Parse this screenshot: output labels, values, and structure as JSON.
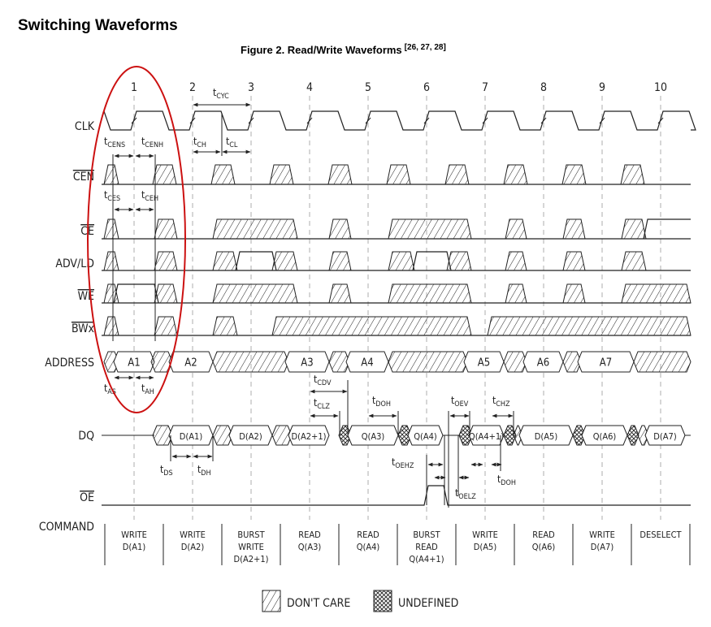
{
  "page_title": "Switching Waveforms",
  "figure": {
    "caption": "Figure 2.  Read/Write Waveforms",
    "refs": "[26, 27, 28]"
  },
  "cycles": [
    "1",
    "2",
    "3",
    "4",
    "5",
    "6",
    "7",
    "8",
    "9",
    "10"
  ],
  "signals": {
    "clk": "CLK",
    "cen": "CEN",
    "ce": "CE",
    "adv": "ADV/LD",
    "we": "WE",
    "bw": "BWx",
    "address": "ADDRESS",
    "dq": "DQ",
    "oe": "OE",
    "command": "COMMAND"
  },
  "timing": {
    "cyc": {
      "t": "t",
      "sub": "CYC"
    },
    "cens": {
      "t": "t",
      "sub": "CENS"
    },
    "cenh": {
      "t": "t",
      "sub": "CENH"
    },
    "ch": {
      "t": "t",
      "sub": "CH"
    },
    "cl": {
      "t": "t",
      "sub": "CL"
    },
    "ces": {
      "t": "t",
      "sub": "CES"
    },
    "ceh": {
      "t": "t",
      "sub": "CEH"
    },
    "as": {
      "t": "t",
      "sub": "AS"
    },
    "ah": {
      "t": "t",
      "sub": "AH"
    },
    "cdv": {
      "t": "t",
      "sub": "CDV"
    },
    "clz": {
      "t": "t",
      "sub": "CLZ"
    },
    "doh1": {
      "t": "t",
      "sub": "DOH"
    },
    "oev": {
      "t": "t",
      "sub": "OEV"
    },
    "chz": {
      "t": "t",
      "sub": "CHZ"
    },
    "ds": {
      "t": "t",
      "sub": "DS"
    },
    "dh": {
      "t": "t",
      "sub": "DH"
    },
    "oehz": {
      "t": "t",
      "sub": "OEHZ"
    },
    "oelz": {
      "t": "t",
      "sub": "OELZ"
    },
    "doh2": {
      "t": "t",
      "sub": "DOH"
    }
  },
  "address_values": [
    "A1",
    "A2",
    "A3",
    "A4",
    "A5",
    "A6",
    "A7"
  ],
  "dq_values": [
    "D(A1)",
    "D(A2)",
    "D(A2+1)",
    "Q(A3)",
    "Q(A4)",
    "Q(A4+1)",
    "D(A5)",
    "Q(A6)",
    "D(A7)"
  ],
  "commands": [
    [
      "WRITE",
      "D(A1)"
    ],
    [
      "WRITE",
      "D(A2)"
    ],
    [
      "BURST",
      "WRITE",
      "D(A2+1)"
    ],
    [
      "READ",
      "Q(A3)"
    ],
    [
      "READ",
      "Q(A4)"
    ],
    [
      "BURST",
      "READ",
      "Q(A4+1)"
    ],
    [
      "WRITE",
      "D(A5)"
    ],
    [
      "READ",
      "Q(A6)"
    ],
    [
      "WRITE",
      "D(A7)"
    ],
    [
      "DESELECT"
    ]
  ],
  "legend": {
    "dont_care": "DON'T CARE",
    "undefined": "UNDEFINED"
  },
  "colors": {
    "line": "#222222",
    "highlight": "#cc1111"
  }
}
